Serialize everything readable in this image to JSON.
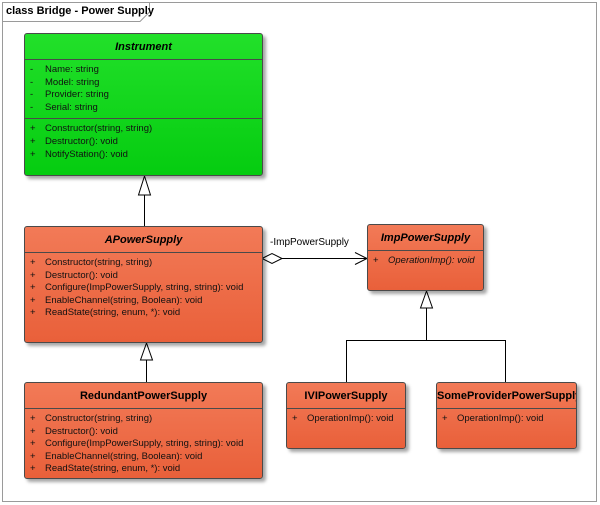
{
  "frame": {
    "title": "class Bridge - Power Supply"
  },
  "classes": {
    "instrument": {
      "name": "Instrument",
      "abstract": true,
      "attributes": [
        {
          "vis": "-",
          "text": "Name: string"
        },
        {
          "vis": "-",
          "text": "Model: string"
        },
        {
          "vis": "-",
          "text": "Provider: string"
        },
        {
          "vis": "-",
          "text": "Serial: string"
        }
      ],
      "operations": [
        {
          "vis": "+",
          "text": "Constructor(string, string)"
        },
        {
          "vis": "+",
          "text": "Destructor(): void"
        },
        {
          "vis": "+",
          "text": "NotifyStation(): void"
        }
      ]
    },
    "apowersupply": {
      "name": "APowerSupply",
      "abstract": true,
      "operations": [
        {
          "vis": "+",
          "text": "Constructor(string, string)"
        },
        {
          "vis": "+",
          "text": "Destructor(): void"
        },
        {
          "vis": "+",
          "text": "Configure(ImpPowerSupply, string, string): void"
        },
        {
          "vis": "+",
          "text": "EnableChannel(string, Boolean): void"
        },
        {
          "vis": "+",
          "text": "ReadState(string, enum, *): void"
        }
      ]
    },
    "redundant": {
      "name": "RedundantPowerSupply",
      "operations": [
        {
          "vis": "+",
          "text": "Constructor(string, string)"
        },
        {
          "vis": "+",
          "text": "Destructor(): void"
        },
        {
          "vis": "+",
          "text": "Configure(ImpPowerSupply, string, string): void"
        },
        {
          "vis": "+",
          "text": "EnableChannel(string, Boolean): void"
        },
        {
          "vis": "+",
          "text": "ReadState(string, enum, *): void"
        }
      ]
    },
    "imppowersupply": {
      "name": "ImpPowerSupply",
      "abstract": true,
      "operations": [
        {
          "vis": "+",
          "text": "OperationImp(): void"
        }
      ]
    },
    "ivi": {
      "name": "IVIPowerSupply",
      "operations": [
        {
          "vis": "+",
          "text": "OperationImp(): void"
        }
      ]
    },
    "someprovider": {
      "name": "SomeProviderPowerSupply",
      "operations": [
        {
          "vis": "+",
          "text": "OperationImp(): void"
        }
      ]
    }
  },
  "associations": {
    "imp": {
      "label": "-ImpPowerSupply"
    }
  },
  "colors": {
    "instrument_fill": "#05cc10",
    "class_fill": "#e9603a",
    "border": "#4a4a4a"
  }
}
